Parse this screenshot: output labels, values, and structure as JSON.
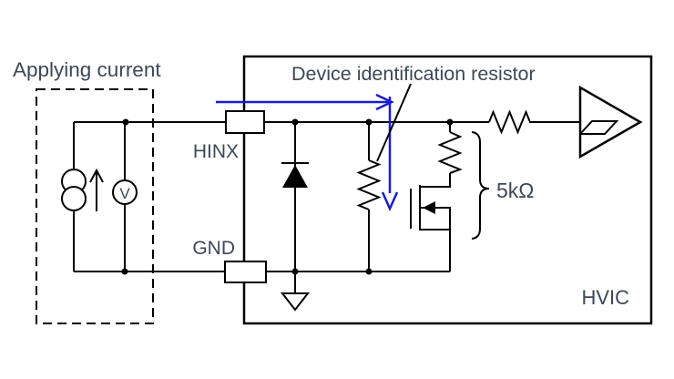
{
  "labels": {
    "applying_current": "Applying current",
    "device_identification_resistor": "Device identification resistor",
    "hinx_pin": "HINX",
    "gnd_pin": "GND",
    "resistance_value": "5kΩ",
    "chip_name": "HVIC",
    "voltmeter": "V"
  },
  "colors": {
    "line": "#000000",
    "text": "#3c4856",
    "current_arrow": "#1b1bd0",
    "background": "#ffffff"
  }
}
